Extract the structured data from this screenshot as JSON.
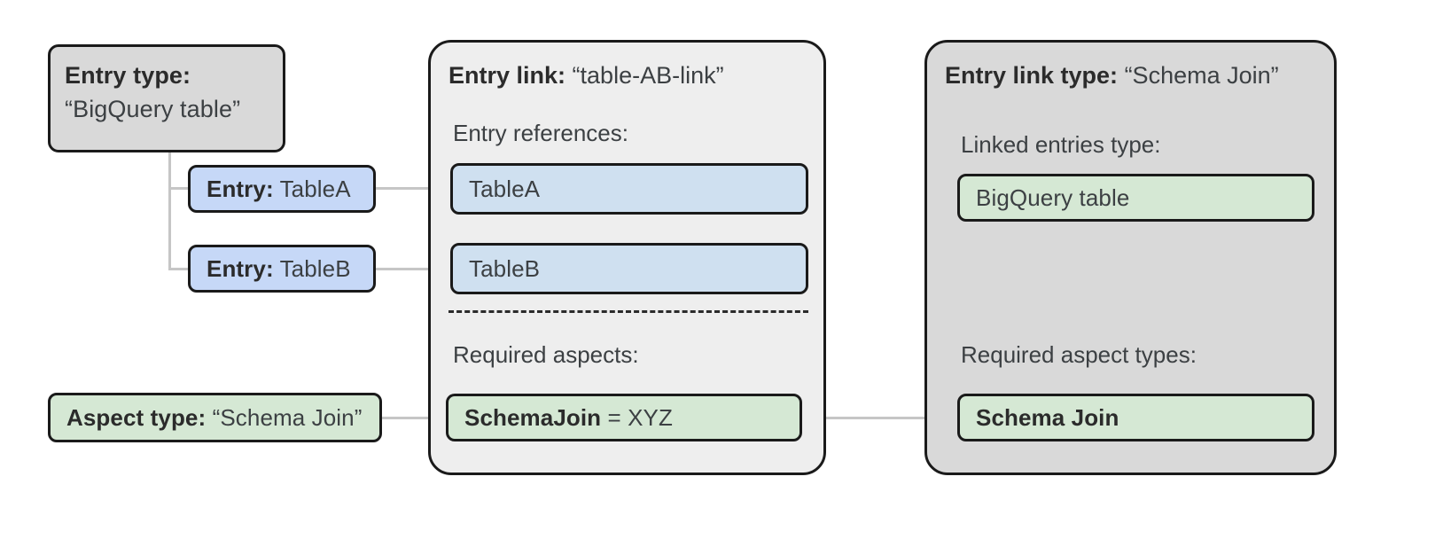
{
  "diagram": {
    "entry_type_node": {
      "label": "Entry type:",
      "value": "“BigQuery table”"
    },
    "entry_nodes": [
      {
        "label": "Entry:",
        "value": "TableA"
      },
      {
        "label": "Entry:",
        "value": "TableB"
      }
    ],
    "aspect_type_node": {
      "label": "Aspect type:",
      "value": "“Schema Join”"
    },
    "entry_link_panel": {
      "title_label": "Entry link:",
      "title_value": "“table-AB-link”",
      "references_label": "Entry references:",
      "references": [
        "TableA",
        "TableB"
      ],
      "aspects_label": "Required aspects:",
      "aspects": [
        {
          "name": "SchemaJoin",
          "assignment": "= XYZ"
        }
      ]
    },
    "entry_link_type_panel": {
      "title_label": "Entry link type:",
      "title_value": "“Schema Join”",
      "linked_entries_label": "Linked entries type:",
      "linked_entries_value": "BigQuery table",
      "required_aspect_types_label": "Required aspect types:",
      "required_aspect_types": [
        "Schema Join"
      ]
    },
    "colors": {
      "node_border": "#1a1a1a",
      "connector": "#c6c6c6",
      "panel_fill_light": "#eeeeee",
      "panel_fill_gray": "#d9d9d9",
      "blue_strong": "#c6d8f7",
      "blue_soft": "#cfe0f0",
      "green": "#d5e8d4",
      "text": "#3c4043"
    }
  }
}
